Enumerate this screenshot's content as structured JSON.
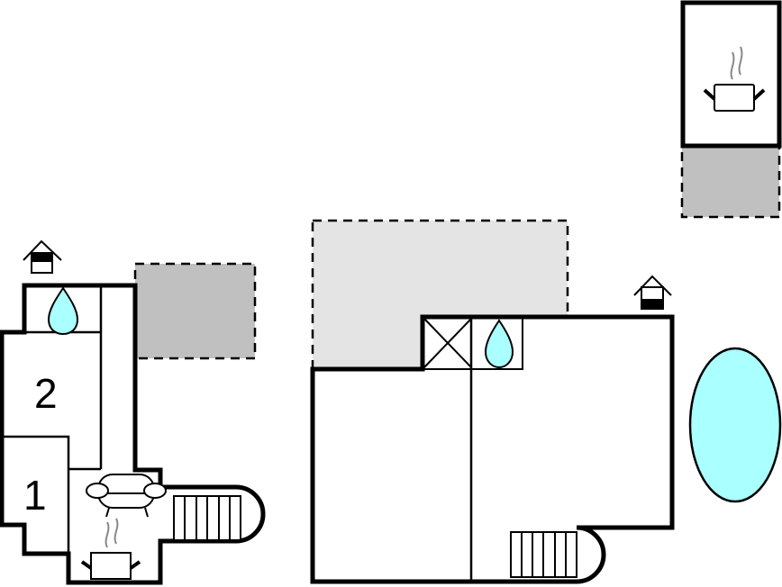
{
  "diagram": {
    "type": "floor-plan",
    "colors": {
      "wall": "#000000",
      "terrace_dark": "#c0c0c0",
      "terrace_light": "#e4e4e4",
      "water": "#aaffff",
      "steam": "#888888",
      "background": "#ffffff"
    },
    "rooms": {
      "bedroom_1": {
        "label": "1"
      },
      "bedroom_2": {
        "label": "2"
      }
    },
    "buildings": [
      {
        "name": "left-house",
        "features": [
          "entrance",
          "bathroom",
          "bedroom-2",
          "bedroom-1",
          "living-room-sofa",
          "kitchen",
          "staircase",
          "terrace"
        ]
      },
      {
        "name": "right-house",
        "features": [
          "entrance",
          "fireplace-x-box",
          "bathroom",
          "two-rooms",
          "staircase",
          "terrace"
        ]
      },
      {
        "name": "outdoor-kitchen",
        "features": [
          "kitchen",
          "terrace"
        ]
      },
      {
        "name": "pool",
        "features": [
          "swimming-pool"
        ]
      }
    ]
  }
}
